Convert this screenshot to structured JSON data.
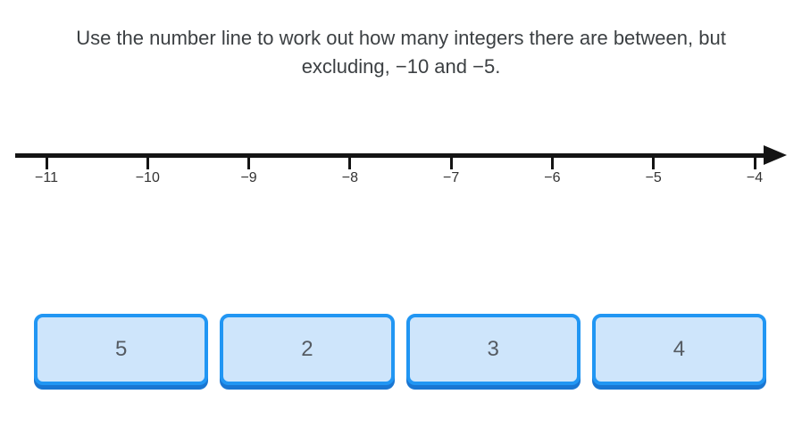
{
  "question": {
    "text": "Use the number line to work out how many integers there are between, but excluding, −10 and −5."
  },
  "number_line": {
    "tick_labels": [
      "−11",
      "−10",
      "−9",
      "−8",
      "−7",
      "−6",
      "−5",
      "−4"
    ],
    "min": -11,
    "max": -4,
    "direction_arrow": "right"
  },
  "answers": [
    {
      "label": "5"
    },
    {
      "label": "2"
    },
    {
      "label": "3"
    },
    {
      "label": "4"
    }
  ],
  "colors": {
    "question_text": "#3c4043",
    "axis_color": "#141414",
    "label_color": "#333333",
    "answer_fill": "#cee5fb",
    "answer_border": "#2196f3",
    "answer_shadow": "#1976d2",
    "answer_text": "#555b62"
  }
}
